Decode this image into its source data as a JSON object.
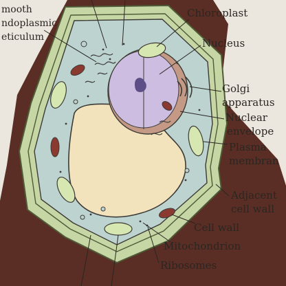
{
  "figure": {
    "labels": {
      "smooth_er": [
        "mooth",
        "ndoplasmic",
        "eticulum"
      ],
      "chloroplast": "Chloroplast",
      "nucleus": "Nucleus",
      "golgi": [
        "Golgi",
        "apparatus"
      ],
      "nuclear_envelope": [
        "Nuclear",
        "envelope"
      ],
      "plasma_membrane": [
        "Plasma",
        "membran"
      ],
      "adjacent_cell_wall": [
        "Adjacent",
        "cell wall"
      ],
      "cell_wall": "Cell wall",
      "mitochondrion": "Mitochondrion",
      "ribosomes": "Ribosomes"
    },
    "colors": {
      "page": "#ece7de",
      "cell_wall": "#c6d6a4",
      "wall_line": "#4f5a36",
      "middle_lamella": "#5a2e24",
      "cytoplasm": "#bcd3cf",
      "vacuole": "#f3e3bd",
      "nucleus": "#cdbde0",
      "nucleolus": "#5d4e87",
      "envelope_shade": "#c49a86",
      "mitochondrion": "#8a3a30",
      "chloroplast": "#d6e7b2",
      "organelle_line": "#3c3a36",
      "leader_line": "#2a2622"
    }
  }
}
